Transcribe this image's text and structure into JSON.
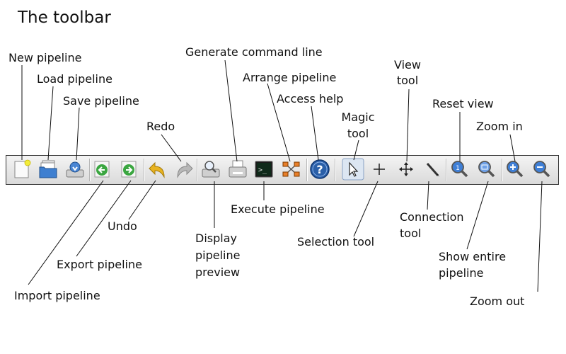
{
  "title": "The toolbar",
  "labels": {
    "new_pipeline": "New pipeline",
    "load_pipeline": "Load pipeline",
    "save_pipeline": "Save pipeline",
    "import_pipeline": "Import pipeline",
    "export_pipeline": "Export pipeline",
    "undo": "Undo",
    "redo": "Redo",
    "display_preview_1": "Display",
    "display_preview_2": "pipeline",
    "display_preview_3": "preview",
    "generate_command_line": "Generate command line",
    "execute_pipeline": "Execute pipeline",
    "arrange_pipeline": "Arrange pipeline",
    "access_help": "Access help",
    "magic_tool_1": "Magic",
    "magic_tool_2": "tool",
    "selection_tool": "Selection tool",
    "view_tool_1": "View",
    "view_tool_2": "tool",
    "connection_tool_1": "Connection",
    "connection_tool_2": "tool",
    "reset_view": "Reset view",
    "show_entire_1": "Show entire",
    "show_entire_2": "pipeline",
    "zoom_in": "Zoom in",
    "zoom_out": "Zoom out"
  },
  "icons": [
    "new-pipeline-icon",
    "load-pipeline-icon",
    "save-pipeline-icon",
    "import-pipeline-icon",
    "export-pipeline-icon",
    "undo-icon",
    "redo-icon",
    "display-preview-icon",
    "generate-command-line-icon",
    "execute-pipeline-icon",
    "arrange-pipeline-icon",
    "help-icon",
    "selection-tool-icon",
    "magic-tool-icon",
    "view-tool-icon",
    "connection-tool-icon",
    "reset-view-icon",
    "show-entire-pipeline-icon",
    "zoom-in-icon",
    "zoom-out-icon"
  ],
  "colors": {
    "toolbar_border": "#333333",
    "help_blue": "#2a5fa8",
    "green_arrow": "#3aa640",
    "undo_yellow": "#e8b320"
  }
}
